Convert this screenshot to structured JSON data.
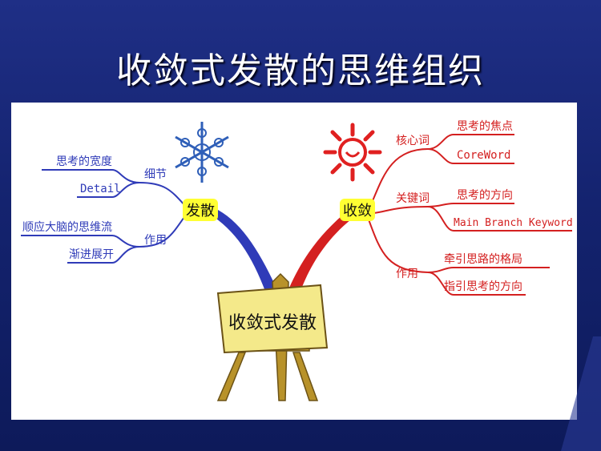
{
  "slide": {
    "title": "收敛式发散的思维组织"
  },
  "mindmap": {
    "center": "收敛式发散",
    "left": {
      "label": "发散",
      "branches": [
        {
          "label": "细节",
          "leaves": [
            "思考的宽度",
            "Detail"
          ]
        },
        {
          "label": "作用",
          "leaves": [
            "顺应大脑的思维流",
            "渐进展开"
          ]
        }
      ]
    },
    "right": {
      "label": "收敛",
      "branches": [
        {
          "label": "核心词",
          "leaves": [
            "思考的焦点",
            "CoreWord"
          ]
        },
        {
          "label": "关键词",
          "leaves": [
            "思考的方向",
            "Main Branch Keyword"
          ]
        },
        {
          "label": "作用",
          "leaves": [
            "牵引思路的格局",
            "指引思考的方向"
          ]
        }
      ]
    },
    "colors": {
      "left_branch": "#2f3bb8",
      "right_branch": "#d42020",
      "node_fill": "#ffff33",
      "easel_board": "#f4e98a",
      "easel_wood": "#b8922a"
    },
    "icons": {
      "left": "snowflake-icon",
      "right": "sun-icon",
      "center": "easel-icon"
    }
  }
}
